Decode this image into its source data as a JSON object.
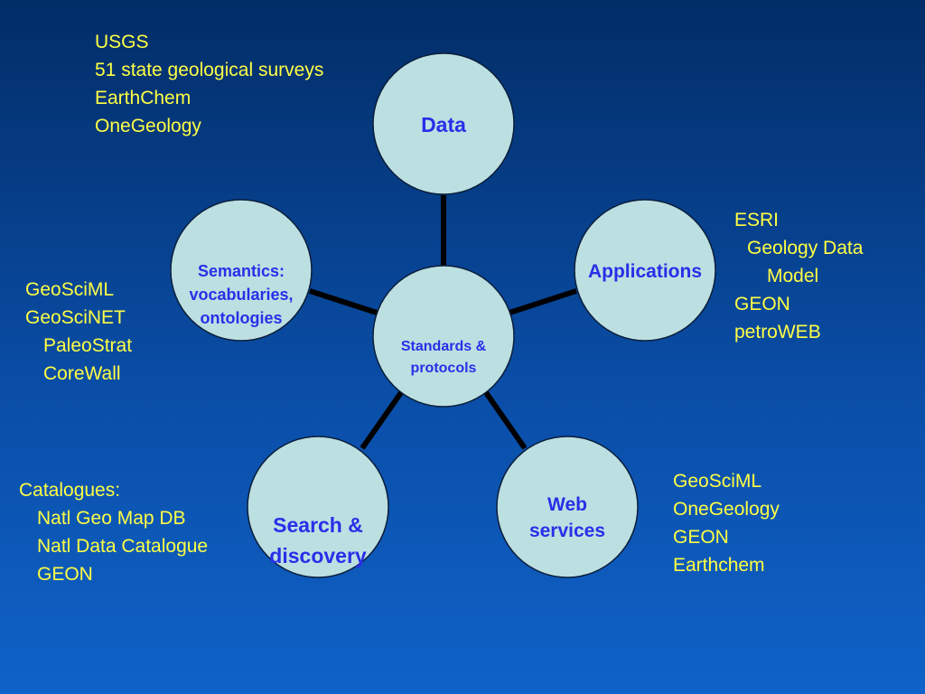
{
  "nodes": {
    "center": "Standards &\nprotocols",
    "data": "Data",
    "applications": "Applications",
    "web_services": "Web\nservices",
    "search_discovery": "Search &\ndiscovery",
    "semantics": "Semantics:\nvocabularies,\nontologies"
  },
  "notes": {
    "data": [
      "USGS",
      "51 state geological surveys",
      "EarthChem",
      "OneGeology"
    ],
    "applications": [
      "ESRI",
      "Geology Data",
      "Model",
      "GEON",
      "petroWEB"
    ],
    "semantics": [
      "GeoSciML",
      "GeoSciNET",
      "PaleoStrat",
      "CoreWall"
    ],
    "search": [
      "Catalogues:",
      "Natl Geo Map DB",
      "Natl Data Catalogue",
      "GEON"
    ],
    "web_services": [
      "GeoSciML",
      "OneGeology",
      "GEON",
      "Earthchem"
    ]
  },
  "colors": {
    "circle_fill": "#bcdfe2",
    "circle_stroke": "#0b1e3a",
    "connector": "#000000",
    "node_text": "#2a2ee8",
    "note_text": "#ffff44"
  }
}
